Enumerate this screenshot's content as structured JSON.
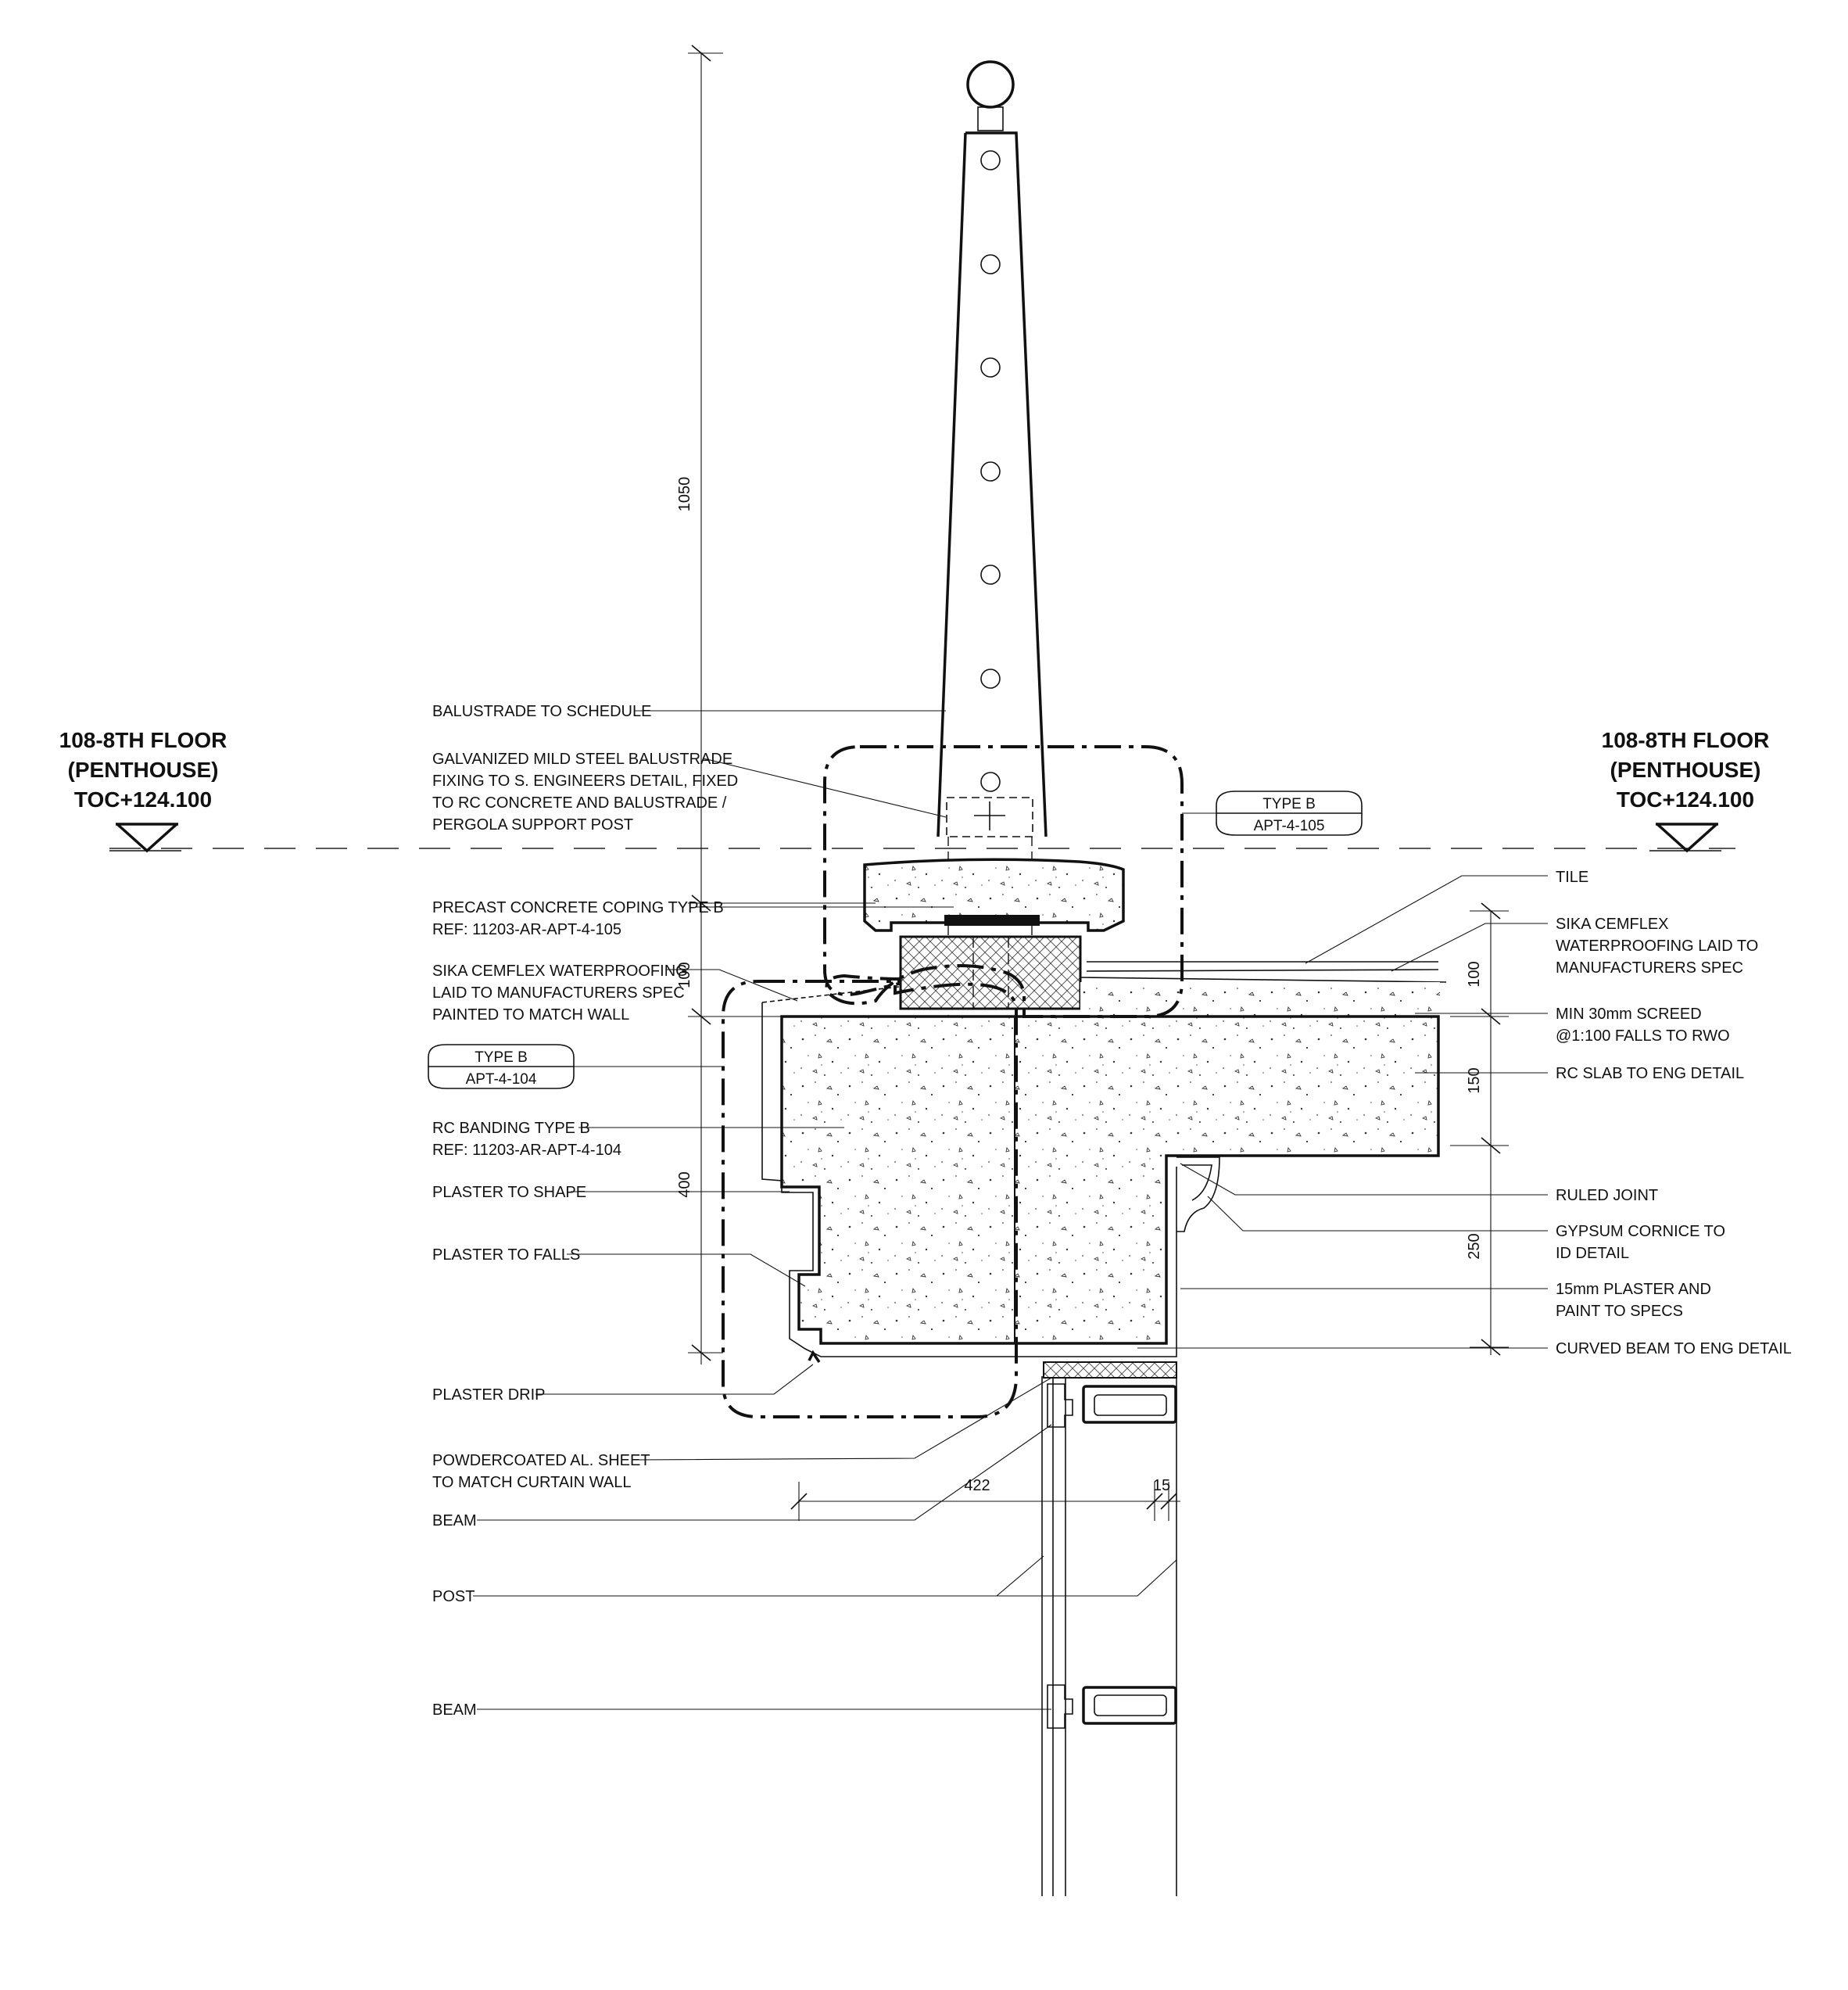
{
  "levels": {
    "left": {
      "line1": "108-8TH FLOOR",
      "line2": "(PENTHOUSE)",
      "line3": "TOC+124.100"
    },
    "right": {
      "line1": "108-8TH FLOOR",
      "line2": "(PENTHOUSE)",
      "line3": "TOC+124.100"
    }
  },
  "tags": {
    "type_b_105": {
      "title": "TYPE B",
      "ref": "APT-4-105"
    },
    "type_b_104": {
      "title": "TYPE B",
      "ref": "APT-4-104"
    }
  },
  "dimensions": {
    "balustrade_height": "1050",
    "coping_height": "100",
    "banding_height": "400",
    "screed_thickness": "100",
    "slab_thickness": "150",
    "beam_depth": "250",
    "overall_width": "422",
    "plaster_width": "15"
  },
  "labels_left": {
    "balustrade": "BALUSTRADE TO SCHEDULE",
    "fixing_1": "GALVANIZED MILD STEEL BALUSTRADE",
    "fixing_2": "FIXING TO S. ENGINEERS DETAIL, FIXED",
    "fixing_3": "TO RC CONCRETE AND BALUSTRADE /",
    "fixing_4": "PERGOLA SUPPORT POST",
    "coping_1": "PRECAST CONCRETE COPING TYPE B",
    "coping_2": "REF: 11203-AR-APT-4-105",
    "sika_1": "SIKA CEMFLEX WATERPROOFING",
    "sika_2": "LAID TO MANUFACTURERS SPEC",
    "sika_3": "PAINTED TO MATCH WALL",
    "banding_1": "RC BANDING TYPE B",
    "banding_2": "REF: 11203-AR-APT-4-104",
    "plaster_shape": "PLASTER TO SHAPE",
    "plaster_falls": "PLASTER TO FALLS",
    "plaster_drip": "PLASTER DRIP",
    "alu_1": "POWDERCOATED AL. SHEET",
    "alu_2": "TO MATCH CURTAIN WALL",
    "beam_1": "BEAM",
    "post": "POST",
    "beam_2": "BEAM"
  },
  "labels_right": {
    "tile": "TILE",
    "sika_1": "SIKA CEMFLEX",
    "sika_2": "WATERPROOFING LAID TO",
    "sika_3": "MANUFACTURERS SPEC",
    "screed_1": "MIN 30mm SCREED",
    "screed_2": "@1:100 FALLS TO RWO",
    "slab": "RC SLAB TO ENG DETAIL",
    "ruled_joint": "RULED JOINT",
    "cornice_1": "GYPSUM CORNICE TO",
    "cornice_2": "ID DETAIL",
    "plaster_1": "15mm PLASTER AND",
    "plaster_2": "PAINT TO SPECS",
    "curved_beam": "CURVED BEAM TO ENG DETAIL"
  }
}
